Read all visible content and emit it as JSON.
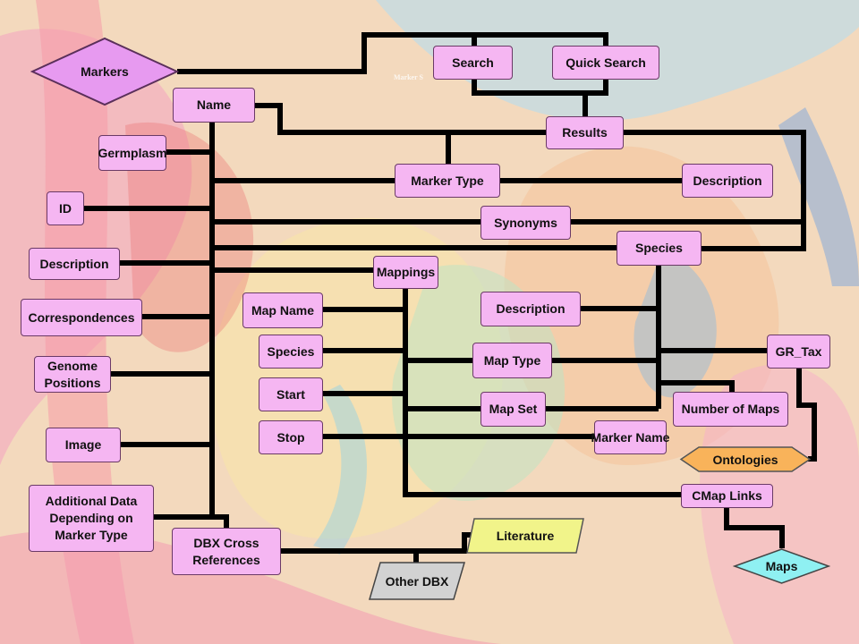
{
  "watermark": "Marker S",
  "nodes": {
    "search": "Search",
    "quick_search": "Quick Search",
    "results": "Results",
    "name": "Name",
    "germplasm": "Germplasm",
    "id": "ID",
    "description_left": "Description",
    "correspondences": "Correspondences",
    "genome_positions": "Genome\nPositions",
    "image": "Image",
    "additional_data": "Additional Data\nDepending on\nMarker Type",
    "dbx_cross_references": "DBX Cross\nReferences",
    "marker_type": "Marker Type",
    "description_right": "Description",
    "synonyms": "Synonyms",
    "species_top": "Species",
    "mappings": "Mappings",
    "map_name": "Map Name",
    "species_map": "Species",
    "start": "Start",
    "stop": "Stop",
    "description_mid": "Description",
    "map_type": "Map Type",
    "map_set": "Map Set",
    "marker_name": "Marker Name",
    "gr_tax": "GR_Tax",
    "number_of_maps": "Number of Maps",
    "cmap_links": "CMap Links"
  },
  "shapes": {
    "markers": "Markers",
    "literature": "Literature",
    "other_dbx": "Other DBX",
    "ontologies": "Ontologies",
    "maps": "Maps"
  },
  "colors": {
    "node_fill": "#f5b6f2",
    "markers_fill": "#e79af0",
    "literature_fill": "#f1f48a",
    "other_dbx_fill": "#d2d2d2",
    "ontologies_fill": "#f9b35a",
    "maps_fill": "#8ff0f2",
    "connector": "#000000"
  }
}
